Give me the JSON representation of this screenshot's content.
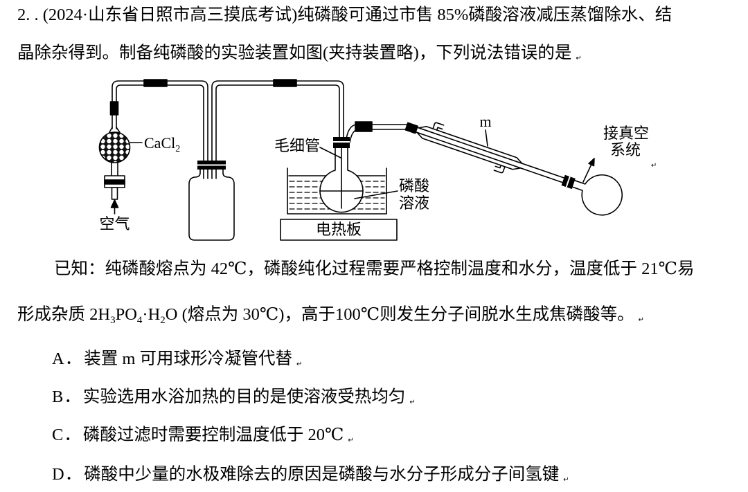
{
  "stem": {
    "number": "2.",
    "source": ". (2024·山东省日照市高三摸底考试)",
    "line1_rest": "纯磷酸可通过市售 85%磷酸溶液减压蒸馏除水、结",
    "line2": "晶除杂得到。制备纯磷酸的实验装置如图(夹持装置略)，下列说法错误的是"
  },
  "para_mark": "↵",
  "diagram": {
    "drying_agent": [
      "CaCl",
      "2"
    ],
    "air": "空气",
    "capillary": "毛细管",
    "solution": [
      "磷酸",
      "溶液"
    ],
    "hot_plate": "电热板",
    "condenser": "m",
    "vacuum": [
      "接真空",
      "系统"
    ]
  },
  "known": {
    "line1": "已知：纯磷酸熔点为 42℃，磷酸纯化过程需要严格控制温度和水分，温度低于 21℃易",
    "line2_before": "形成杂质 ",
    "impurity_formula": [
      "2H",
      "3",
      "PO",
      "4",
      "·H",
      "2",
      "O"
    ],
    "line2_after": " (熔点为 30℃)，高于100℃则发生分子间脱水生成焦磷酸等。"
  },
  "options": [
    {
      "letter": "A",
      "sep": "．",
      "text": "装置 m 可用球形冷凝管代替"
    },
    {
      "letter": "B",
      "sep": "．",
      "text": "实验选用水浴加热的目的是使溶液受热均匀"
    },
    {
      "letter": "C",
      "sep": "．",
      "text": "磷酸过滤时需要控制温度低于 20℃"
    },
    {
      "letter": "D",
      "sep": "．",
      "text": "磷酸中少量的水极难除去的原因是磷酸与水分子形成分子间氢键"
    }
  ]
}
